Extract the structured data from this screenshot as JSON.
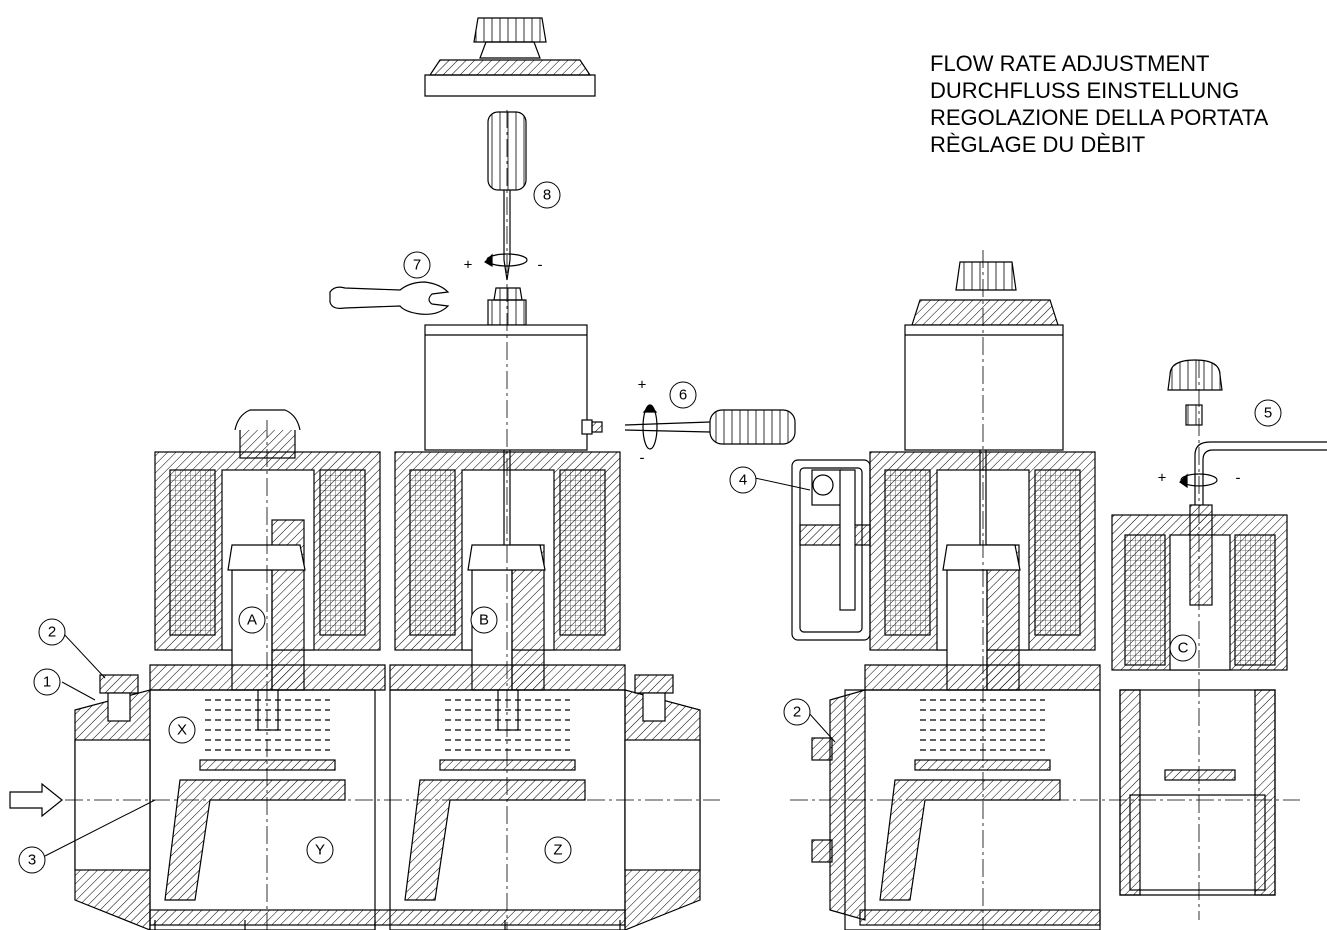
{
  "title_lines": [
    "FLOW RATE ADJUSTMENT",
    "DURCHFLUSS EINSTELLUNG",
    "REGOLAZIONE DELLA PORTATA",
    "RÈGLAGE DU DÈBIT"
  ],
  "callouts": {
    "c1": "1",
    "c2": "2",
    "c3": "3",
    "c4": "4",
    "c5": "5",
    "c6": "6",
    "c7": "7",
    "c8": "8",
    "c2b": "2"
  },
  "chamber_labels": {
    "a": "A",
    "b": "B",
    "c": "C",
    "x": "X",
    "y": "Y",
    "z": "Z"
  },
  "signs": {
    "plus_7": "+",
    "minus_7": "-",
    "plus_6": "+",
    "minus_6": "-",
    "plus_5": "+",
    "minus_5": "-"
  },
  "colors": {
    "line": "#000000",
    "background": "#ffffff"
  }
}
